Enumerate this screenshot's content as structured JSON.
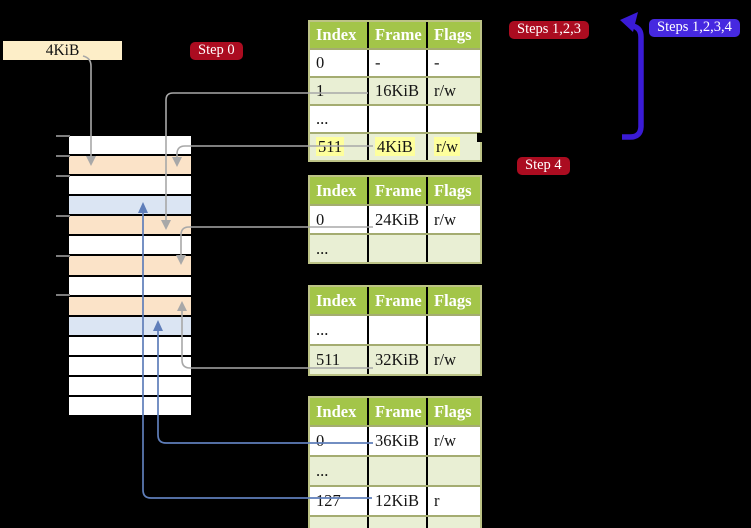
{
  "free_frame_label": "4KiB",
  "badges": {
    "step0": "Step 0",
    "steps123": "Steps 1,2,3",
    "steps1234": "Steps 1,2,3,4",
    "step4": "Step 4"
  },
  "table_headers": [
    "Index",
    "Frame",
    "Flags"
  ],
  "tables": [
    {
      "name": "page-table-top",
      "rows": [
        {
          "cells": [
            "0",
            "-",
            "-"
          ]
        },
        {
          "cells": [
            "1",
            "16KiB",
            "r/w"
          ]
        },
        {
          "cells": [
            "...",
            "",
            ""
          ]
        },
        {
          "cells": [
            "511",
            "4KiB",
            "r/w"
          ],
          "highlight": true
        }
      ]
    },
    {
      "name": "page-table-second",
      "rows": [
        {
          "cells": [
            "0",
            "24KiB",
            "r/w"
          ]
        },
        {
          "cells": [
            "...",
            "",
            ""
          ]
        }
      ]
    },
    {
      "name": "page-table-third",
      "rows": [
        {
          "cells": [
            "...",
            "",
            ""
          ]
        },
        {
          "cells": [
            "511",
            "32KiB",
            "r/w"
          ]
        }
      ]
    },
    {
      "name": "page-table-bottom",
      "rows": [
        {
          "cells": [
            "0",
            "36KiB",
            "r/w"
          ]
        },
        {
          "cells": [
            "...",
            "",
            ""
          ]
        },
        {
          "cells": [
            "127",
            "12KiB",
            "r"
          ]
        },
        {
          "cells": [
            "...",
            "",
            ""
          ]
        }
      ]
    }
  ],
  "memory": {
    "row_colors": [
      "white",
      "orange",
      "white",
      "blue",
      "orange",
      "white",
      "orange",
      "white",
      "orange",
      "blue",
      "white",
      "white",
      "white",
      "white"
    ],
    "tick_rows": [
      0,
      1,
      2,
      4,
      6,
      8
    ]
  },
  "colors": {
    "badge-red": "#ab0c20",
    "badge-blue": "#4629e0",
    "arrow-indigo": "#3a1bd6",
    "table-header-green": "#a3c549",
    "table-row-green": "#e9efd4",
    "table-border": "#bcc386",
    "row-sep": "#a4ac71",
    "mem-orange": "#fbe3c8",
    "mem-blue": "#dbe5f3",
    "mem-white": "#ffffff",
    "cream": "#fdeec8",
    "hl-yellow": "#feff9c",
    "line-gray": "#a8a8a8",
    "line-blue": "#5f7eba",
    "tick-gray": "#7d7d7d"
  }
}
